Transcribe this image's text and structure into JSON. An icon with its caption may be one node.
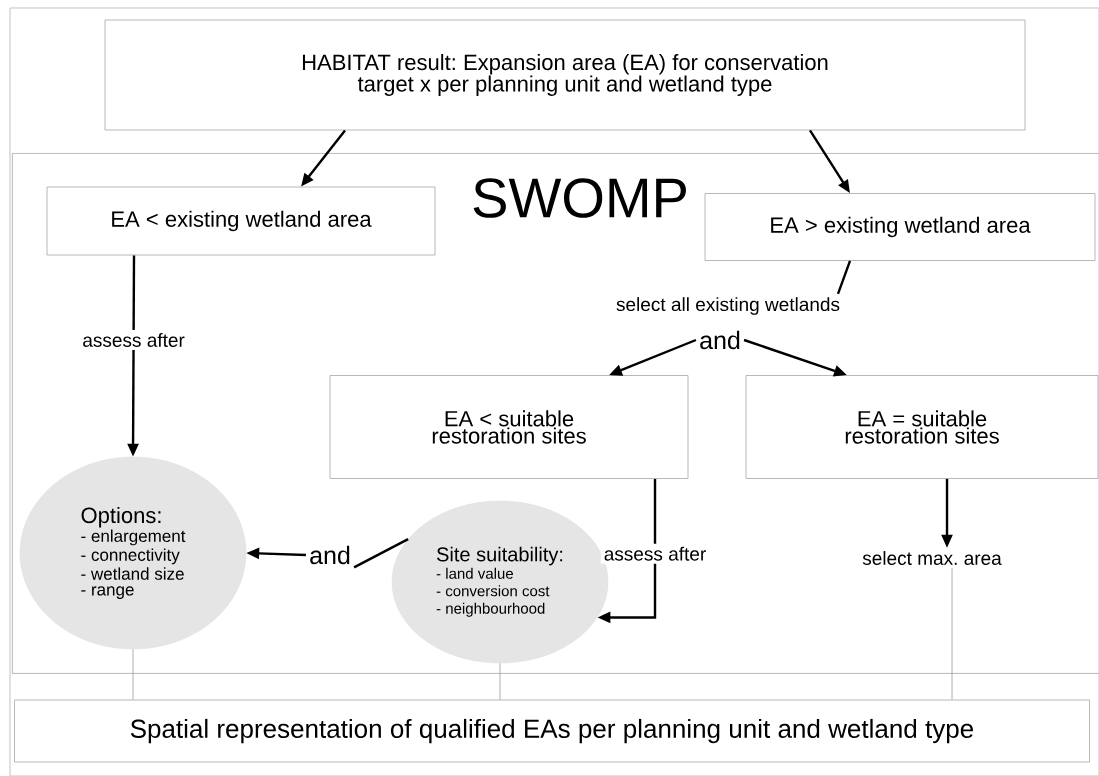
{
  "diagram": {
    "nodes": [
      {
        "text": [
          "HABITAT result: Expansion area (EA) for conservation target x per planning unit and wetland type"
        ]
      },
      {
        "text": [
          "SWOMP"
        ]
      },
      {
        "text": [
          "EA < existing wetland area"
        ],
        "in": 1
      },
      {
        "text": [
          "EA > existing wetland area"
        ],
        "in": 1
      },
      {
        "text": [
          "select all existing wetlands"
        ],
        "in": 1
      },
      {
        "text": [
          "and"
        ],
        "in": 1
      },
      {
        "text": [
          "EA < suitable restoration sites"
        ],
        "in": 1
      },
      {
        "text": [
          "EA = suitable restoration sites"
        ],
        "in": 1
      },
      {
        "text": [
          "Options:",
          "- enlargement",
          "- connectivity",
          "- wetland size",
          "- range"
        ],
        "in": 1
      },
      {
        "text": [
          "Site suitability:",
          "- land value",
          "- conversion cost",
          "- neighbourhood"
        ],
        "in": 1
      },
      {
        "text": [
          "select max. area"
        ],
        "in": 1
      },
      {
        "text": [
          "and"
        ],
        "in": 1
      },
      {
        "text": [
          "Spatial representation of qualified EAs per planning unit and wetland type"
        ]
      }
    ],
    "edges": [
      {
        "from": 0,
        "to": 2,
        "arrow": "to"
      },
      {
        "from": 0,
        "to": 3,
        "arrow": "to"
      },
      {
        "from": 3,
        "to": 4,
        "arrow": "none"
      },
      {
        "from": 5,
        "to": 6,
        "arrow": "to"
      },
      {
        "from": 5,
        "to": 7,
        "arrow": "to"
      },
      {
        "from": 2,
        "to": 8,
        "arrow": "to",
        "label": "assess after"
      },
      {
        "from": 6,
        "to": 9,
        "arrow": "to",
        "label": "assess after"
      },
      {
        "from": 7,
        "to": 10,
        "arrow": "to"
      },
      {
        "from": 9,
        "to": 11,
        "arrow": "none"
      },
      {
        "from": 11,
        "to": 8,
        "arrow": "to"
      },
      {
        "from": 8,
        "to": 12,
        "arrow": "none",
        "color": "#999999"
      },
      {
        "from": 9,
        "to": 12,
        "arrow": "none",
        "color": "#999999"
      },
      {
        "from": 10,
        "to": 12,
        "arrow": "none",
        "color": "#999999"
      }
    ]
  }
}
